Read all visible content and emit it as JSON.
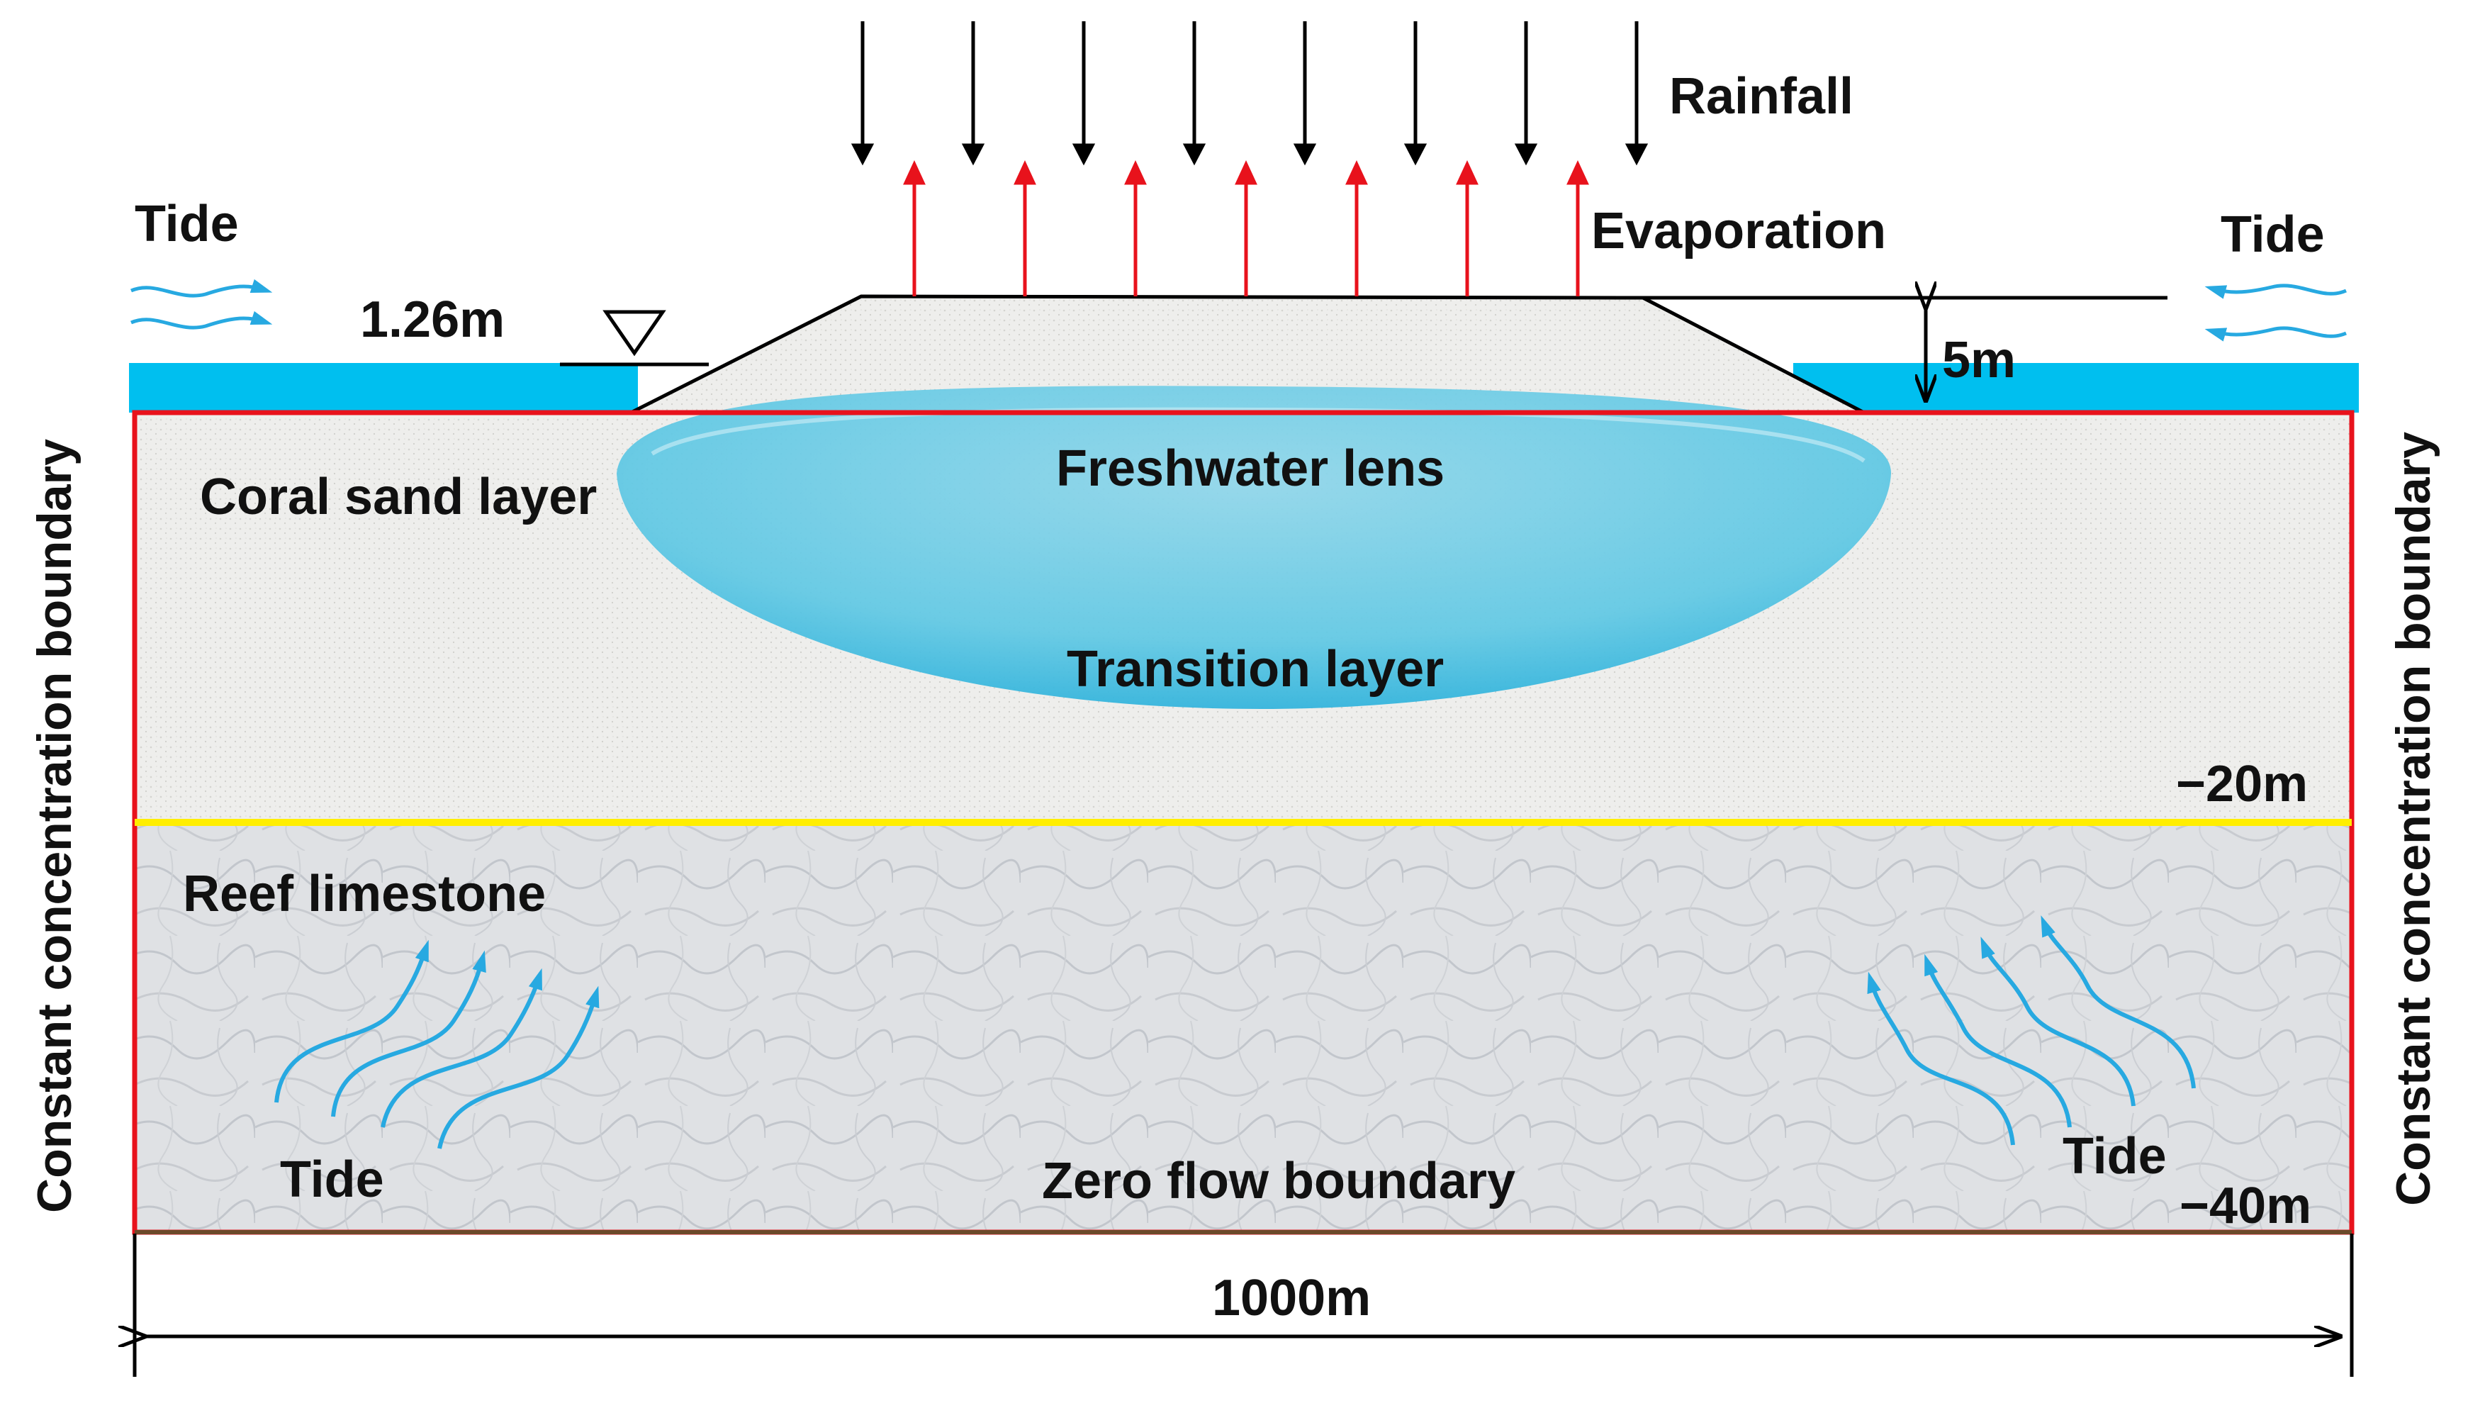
{
  "labels": {
    "rainfall": "Rainfall",
    "evaporation": "Evaporation",
    "tide_top_left": "Tide",
    "tide_top_right": "Tide",
    "tide_bottom_left": "Tide",
    "tide_bottom_right": "Tide",
    "water_level": "1.26m",
    "elevation": "5m",
    "coral_sand": "Coral sand layer",
    "freshwater_lens": "Freshwater lens",
    "transition_layer": "Transition layer",
    "depth_20": "−20m",
    "reef_limestone": "Reef limestone",
    "zero_flow": "Zero flow boundary",
    "depth_40": "−40m",
    "width": "1000m",
    "boundary_left": "Constant concentration boundary",
    "boundary_right": "Constant concentration boundary"
  },
  "colors": {
    "seawater": "#00bfef",
    "lens": "#5fc8e4",
    "tide_arrow": "#27a9e1",
    "rain_arrow": "#000000",
    "evaporation_arrow": "#e8121c",
    "boundary": "#e8121c",
    "layer_interface": "#ffee00",
    "sand": "#eeeeec",
    "limestone": "#dcdee1"
  },
  "icons": {
    "water_table": "inverted-triangle-icon"
  }
}
